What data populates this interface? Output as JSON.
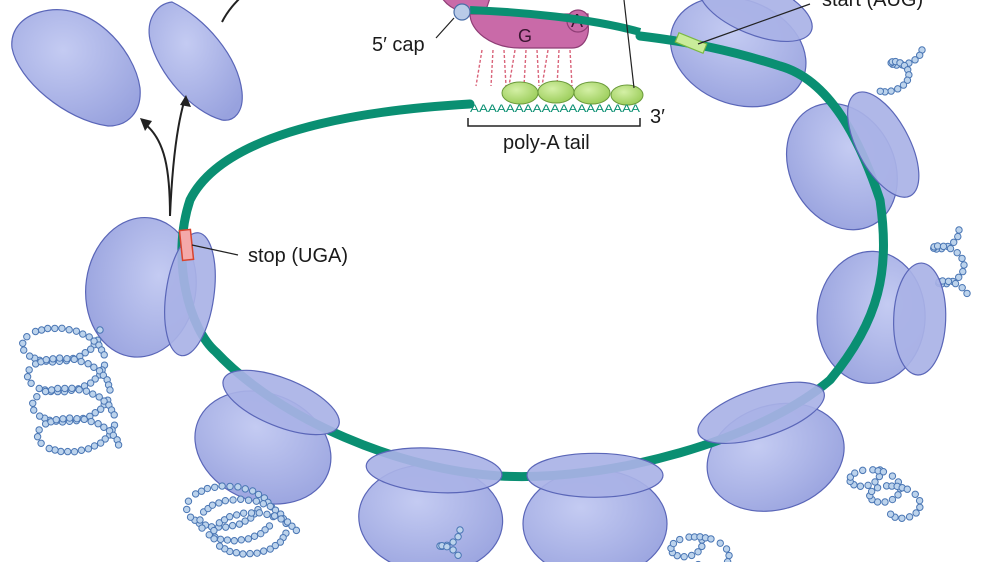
{
  "labels": {
    "start": "start (AUG)",
    "stop": "stop (UGA)",
    "cap": "5′ cap",
    "three_prime": "3′",
    "polya": "poly-A tail",
    "factor_g": "G",
    "factor_a": "A"
  },
  "polya_glyph": "AAAAAAAAAAAAAAAAAAA",
  "colors": {
    "mrna": "#0a8f72",
    "ribosome": "#a9b2e6",
    "ribosome_stroke": "#5a66b8",
    "peptide": "#bcd3ec",
    "peptide_stroke": "#4a76b4",
    "stop_codon": "#f4a9a9",
    "start_codon": "#c9ec9a",
    "initiation_factor": "#c96aa8",
    "pabp": "#a9d66a"
  }
}
